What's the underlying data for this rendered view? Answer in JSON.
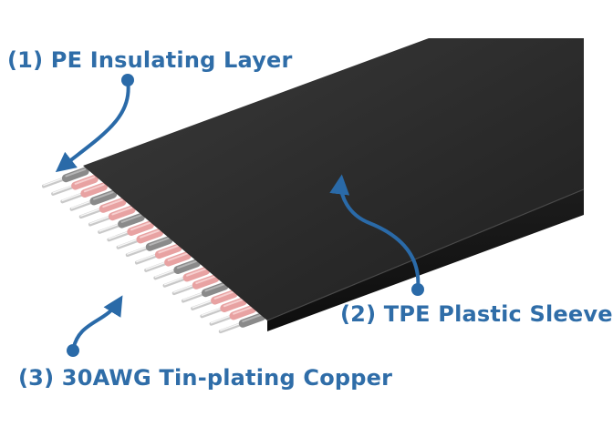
{
  "labels": {
    "pe_layer": "(1) PE Insulating Layer",
    "tpe_sleeve": "(2) TPE Plastic Sleeve",
    "copper": "(3) 30AWG Tin-plating Copper"
  },
  "conductors": {
    "count": 20,
    "colors": [
      "gray",
      "pink",
      "pink",
      "gray",
      "pink",
      "pink",
      "gray",
      "pink",
      "pink",
      "gray",
      "pink",
      "pink",
      "gray",
      "pink",
      "pink",
      "gray",
      "pink",
      "pink",
      "pink",
      "gray"
    ]
  },
  "colors": {
    "callout_text": "#2f6da8",
    "arrow": "#2a6aa8",
    "sleeve_top": "#2a2a2a",
    "sleeve_edge": "#151515",
    "insulation_pink": "#e8a2a2",
    "insulation_gray": "#8a8a8a",
    "copper_tinned": "#e6e6e6",
    "background": "#ffffff"
  }
}
